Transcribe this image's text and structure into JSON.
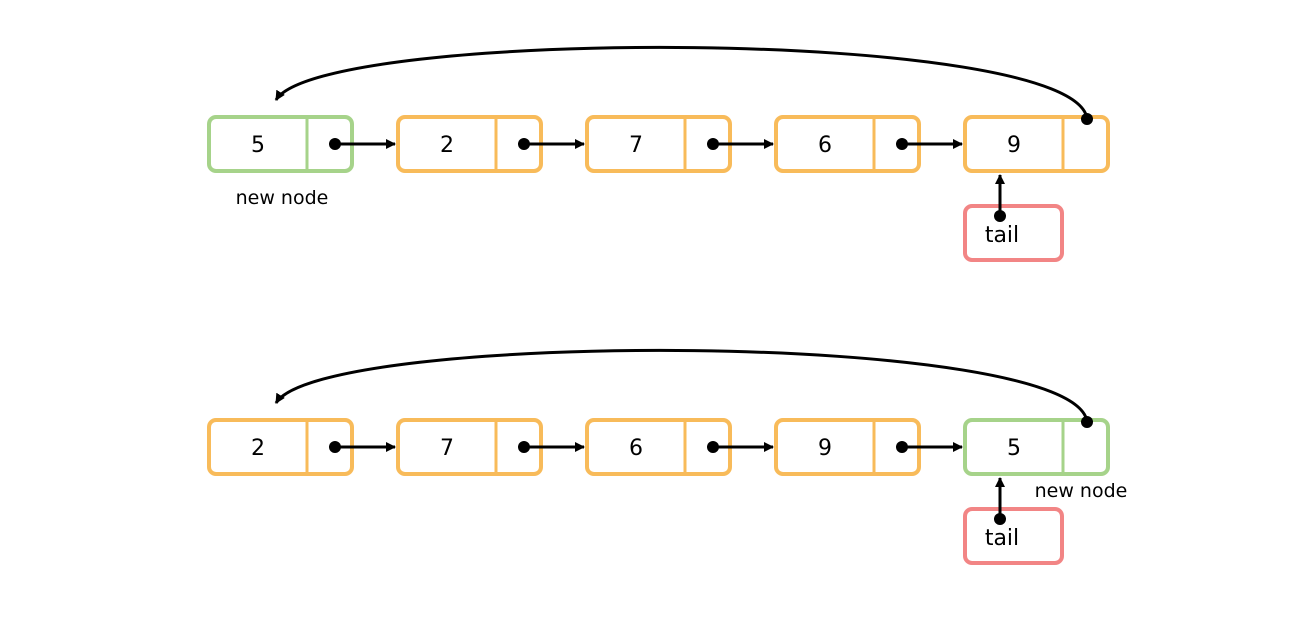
{
  "colors": {
    "new_node": "#a6d38a",
    "regular_node": "#f8bb5a",
    "tail": "#f28585",
    "arrow": "#000000"
  },
  "diagrams": [
    {
      "nodes": [
        {
          "value": "5",
          "kind": "new"
        },
        {
          "value": "2",
          "kind": "regular"
        },
        {
          "value": "7",
          "kind": "regular"
        },
        {
          "value": "6",
          "kind": "regular"
        },
        {
          "value": "9",
          "kind": "regular"
        }
      ],
      "new_node_caption": "new node",
      "tail_label": "tail"
    },
    {
      "nodes": [
        {
          "value": "2",
          "kind": "regular"
        },
        {
          "value": "7",
          "kind": "regular"
        },
        {
          "value": "6",
          "kind": "regular"
        },
        {
          "value": "9",
          "kind": "regular"
        },
        {
          "value": "5",
          "kind": "new"
        }
      ],
      "new_node_caption": "new node",
      "tail_label": "tail"
    }
  ]
}
